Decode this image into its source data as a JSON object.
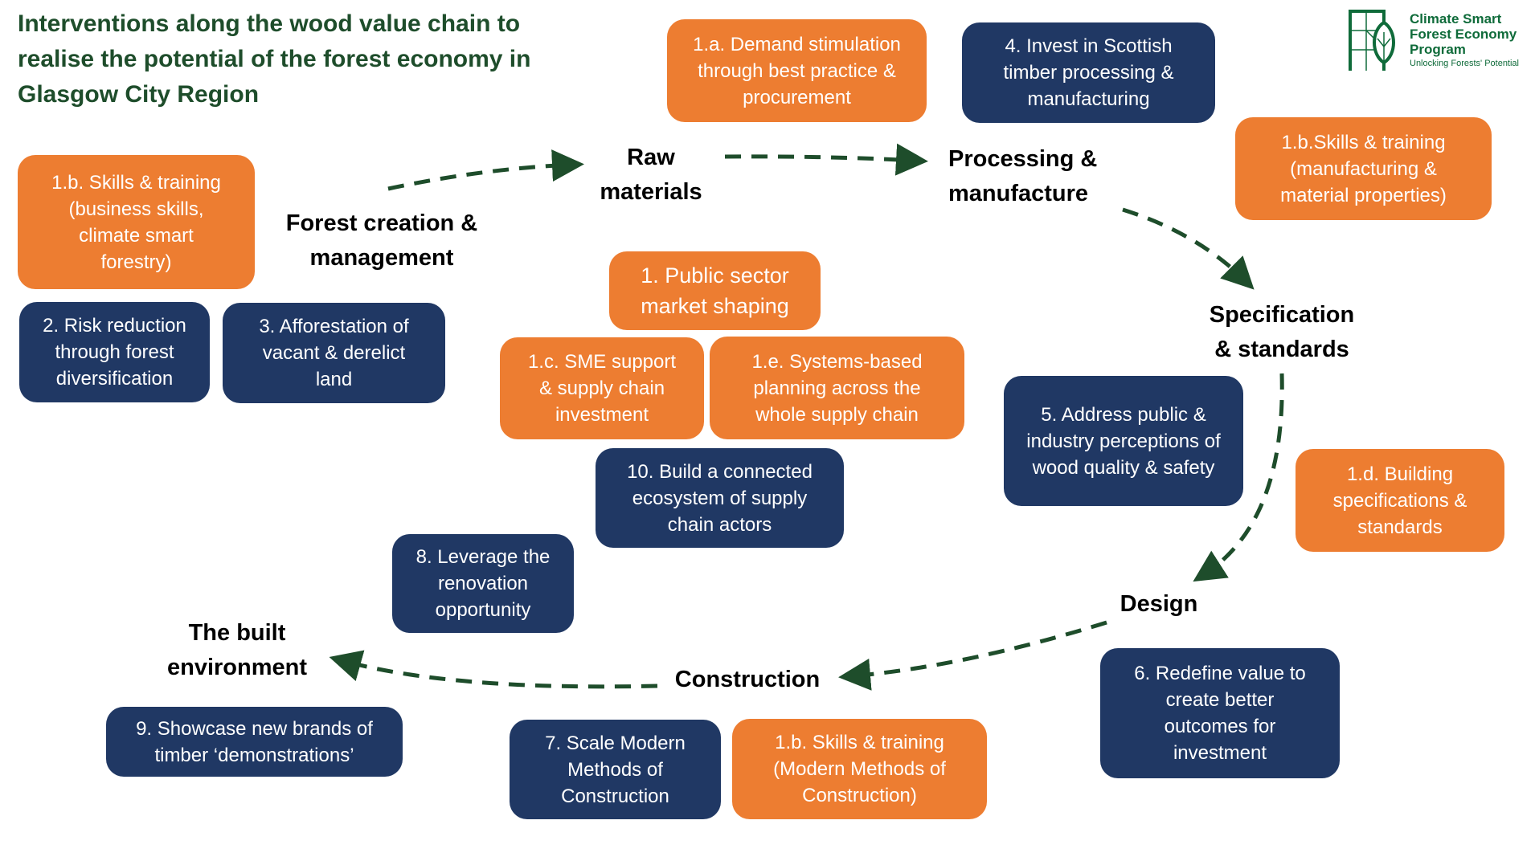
{
  "title": "Interventions along the wood value chain to realise the potential of the forest economy in Glasgow City Region",
  "logo": {
    "name_line1": "Climate Smart",
    "name_line2": "Forest Economy",
    "name_line3": "Program",
    "tagline": "Unlocking Forests' Potential",
    "icon": "building-leaf-icon"
  },
  "colors": {
    "title": "#1e4d2b",
    "orange": "#ed7d31",
    "navy": "#203864",
    "arrow": "#1e4d2b",
    "logo": "#0f6b3a"
  },
  "stages": {
    "forest": "Forest creation & management",
    "raw": "Raw materials",
    "processing": "Processing & manufacture",
    "specification": "Specification & standards",
    "design": "Design",
    "construction": "Construction",
    "built": "The built environment"
  },
  "stage_lines": {
    "forest": [
      "Forest creation &",
      "management"
    ],
    "raw": [
      "Raw",
      "materials"
    ],
    "processing": [
      "Processing &",
      "manufacture"
    ],
    "specification": [
      "Specification",
      "& standards"
    ],
    "design": [
      "Design"
    ],
    "construction": [
      "Construction"
    ],
    "built": [
      "The built",
      "environment"
    ]
  },
  "interventions": {
    "i1": {
      "label": "1. Public sector market shaping",
      "type": "orange"
    },
    "i1a": {
      "label": "1.a. Demand stimulation through best practice & procurement",
      "type": "orange"
    },
    "i1b_forestry": {
      "label": "1.b. Skills & training (business skills, climate smart forestry)",
      "type": "orange"
    },
    "i1b_manufacturing": {
      "label": "1.b.Skills & training (manufacturing & material properties)",
      "type": "orange"
    },
    "i1b_mmc": {
      "label": "1.b. Skills & training (Modern Methods of Construction)",
      "type": "orange"
    },
    "i1c": {
      "label": "1.c. SME support & supply chain investment",
      "type": "orange"
    },
    "i1d": {
      "label": "1.d. Building specifications & standards",
      "type": "orange"
    },
    "i1e": {
      "label": "1.e. Systems-based planning across the whole supply chain",
      "type": "orange"
    },
    "i2": {
      "label": "2. Risk reduction through forest diversification",
      "type": "navy"
    },
    "i3": {
      "label": "3. Afforestation of vacant & derelict land",
      "type": "navy"
    },
    "i4": {
      "label": "4. Invest in Scottish timber processing & manufacturing",
      "type": "navy"
    },
    "i5": {
      "label": "5. Address public & industry perceptions of wood quality & safety",
      "type": "navy"
    },
    "i6": {
      "label": "6. Redefine value to create better outcomes for investment",
      "type": "navy"
    },
    "i7": {
      "label": "7. Scale Modern Methods of Construction",
      "type": "navy"
    },
    "i8": {
      "label": "8. Leverage the renovation opportunity",
      "type": "navy"
    },
    "i9": {
      "label": "9. Showcase new brands of timber ‘demonstrations’",
      "type": "navy"
    },
    "i10": {
      "label": "10. Build a connected ecosystem of supply chain actors",
      "type": "navy"
    }
  },
  "flow": [
    {
      "from": "Forest creation & management",
      "to": "Raw materials"
    },
    {
      "from": "Raw materials",
      "to": "Processing & manufacture"
    },
    {
      "from": "Processing & manufacture",
      "to": "Specification & standards"
    },
    {
      "from": "Specification & standards",
      "to": "Design"
    },
    {
      "from": "Design",
      "to": "Construction"
    },
    {
      "from": "Construction",
      "to": "The built environment"
    }
  ]
}
